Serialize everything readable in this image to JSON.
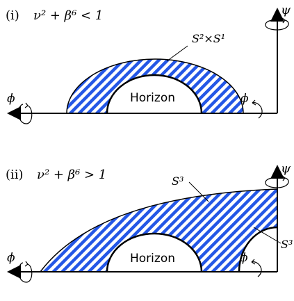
{
  "panels": [
    {
      "case_label": "(i)",
      "condition": "ν² + β⁶ < 1",
      "horizon_label": "Horizon",
      "topology_label": "S²×S¹",
      "phi_left": "ϕ",
      "phi_right": "ϕ",
      "psi": "ψ"
    },
    {
      "case_label": "(ii)",
      "condition": "ν² + β⁶ > 1",
      "horizon_label": "Horizon",
      "topology_label_top": "S³",
      "topology_label_right": "S³",
      "phi_left": "ϕ",
      "phi_right": "ϕ",
      "psi": "ψ"
    }
  ],
  "colors": {
    "fill": "#2457e6",
    "hatch": "#ffffff",
    "lines": "#000000"
  }
}
